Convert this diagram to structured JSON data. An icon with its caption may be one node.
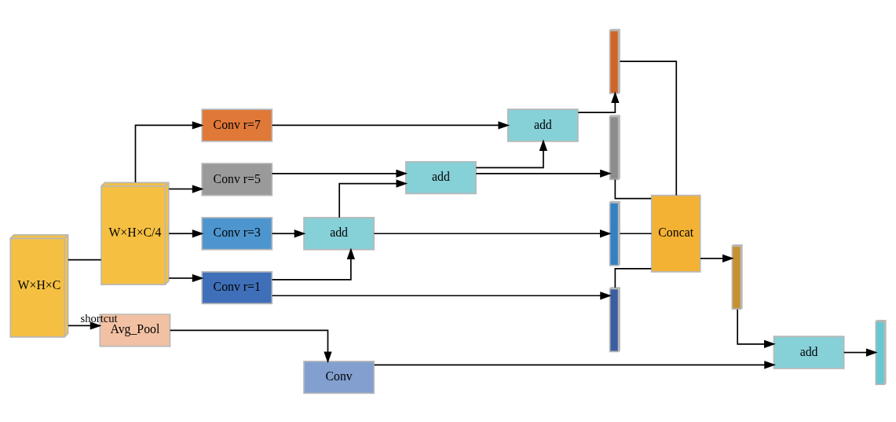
{
  "diagram": {
    "nodes": [
      {
        "text": [
          "W×H×C"
        ]
      },
      {
        "text": [
          "W×H×C/4"
        ]
      },
      {
        "text": [
          "Conv r=7"
        ]
      },
      {
        "text": [
          "Conv r=5"
        ]
      },
      {
        "text": [
          "Conv r=3"
        ]
      },
      {
        "text": [
          "Conv r=1"
        ]
      },
      {
        "text": [
          "add"
        ]
      },
      {
        "text": [
          "add"
        ]
      },
      {
        "text": [
          "add"
        ]
      },
      {
        "text": [],
        "shape": "bar"
      },
      {
        "text": [],
        "shape": "bar"
      },
      {
        "text": [],
        "shape": "bar"
      },
      {
        "text": [],
        "shape": "bar"
      },
      {
        "text": [
          "Concat"
        ]
      },
      {
        "text": [],
        "shape": "bar"
      },
      {
        "text": [
          "add"
        ]
      },
      {
        "text": [],
        "shape": "bar"
      },
      {
        "text": [
          "Avg_Pool"
        ]
      },
      {
        "text": [
          "Conv"
        ]
      }
    ],
    "edges": [
      {
        "from": 0,
        "to": 1,
        "arrow": "none"
      },
      {
        "from": 0,
        "to": 17,
        "arrow": "to",
        "label": "shortcut"
      },
      {
        "from": 1,
        "to": 2,
        "arrow": "to"
      },
      {
        "from": 1,
        "to": 3,
        "arrow": "to"
      },
      {
        "from": 1,
        "to": 4,
        "arrow": "to"
      },
      {
        "from": 1,
        "to": 5,
        "arrow": "to"
      },
      {
        "from": 2,
        "to": 6,
        "arrow": "to"
      },
      {
        "from": 3,
        "to": 7,
        "arrow": "to"
      },
      {
        "from": 4,
        "to": 8,
        "arrow": "to"
      },
      {
        "from": 5,
        "to": 8,
        "arrow": "to"
      },
      {
        "from": 5,
        "to": 12,
        "arrow": "to"
      },
      {
        "from": 8,
        "to": 7,
        "arrow": "to"
      },
      {
        "from": 8,
        "to": 11,
        "arrow": "to"
      },
      {
        "from": 7,
        "to": 6,
        "arrow": "to"
      },
      {
        "from": 7,
        "to": 10,
        "arrow": "to"
      },
      {
        "from": 6,
        "to": 9,
        "arrow": "to"
      },
      {
        "from": 9,
        "to": 13,
        "arrow": "none"
      },
      {
        "from": 10,
        "to": 13,
        "arrow": "none"
      },
      {
        "from": 11,
        "to": 13,
        "arrow": "none"
      },
      {
        "from": 12,
        "to": 13,
        "arrow": "none"
      },
      {
        "from": 13,
        "to": 14,
        "arrow": "to"
      },
      {
        "from": 14,
        "to": 15,
        "arrow": "to"
      },
      {
        "from": 15,
        "to": 16,
        "arrow": "to"
      },
      {
        "from": 17,
        "to": 18,
        "arrow": "to"
      },
      {
        "from": 18,
        "to": 15,
        "arrow": "to"
      }
    ]
  }
}
